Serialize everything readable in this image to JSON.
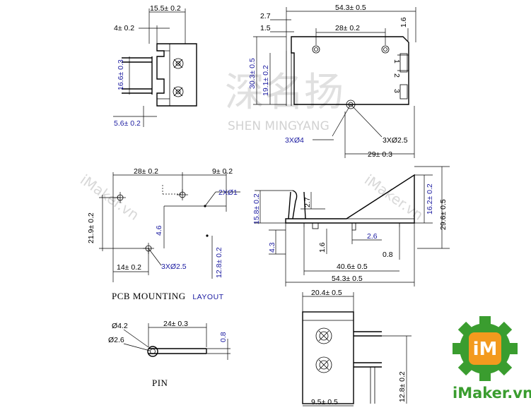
{
  "labels": {
    "top_left_width": "15.5± 0.2",
    "top_left_offset": "4± 0.2",
    "top_left_pitch": "16.6± 0.3",
    "top_left_bottom": "5.6± 0.2",
    "top_right_length": "54.3± 0.5",
    "top_right_2_7": "2.7",
    "top_right_1_5": "1.5",
    "top_right_holes": "28± 0.2",
    "top_right_1_6": "1.6",
    "top_right_height": "30.3± 0.5",
    "top_right_inner": "19.1± 0.2",
    "pin_1": "1",
    "pin_2": "2",
    "pin_3": "3",
    "big_hole": "3XØ4",
    "small_hole": "3XØ2.5",
    "top_right_29": "29± 0.3",
    "pcb_28": "28± 0.2",
    "pcb_9": "9± 0.2",
    "pcb_2x": "2XØ1",
    "pcb_21_9": "21.9± 0.2",
    "pcb_4_6": "4.6",
    "pcb_14": "14± 0.2",
    "pcb_3x": "3XØ2.5",
    "pcb_12_8": "12.8± 0.2",
    "pcb_title_a": "PCB MOUNTING",
    "pcb_title_b": "LAYOUT",
    "side_15_8": "15.8± 0.2",
    "side_2_7": "2.7",
    "side_4_3": "4.3",
    "side_1_6": "1.6",
    "side_2_6": "2.6",
    "side_0_8": "0.8",
    "side_40_6": "40.6± 0.5",
    "side_54_3": "54.3± 0.5",
    "side_16_2": "16.2± 0.2",
    "side_29_6": "29.6± 0.5",
    "pin_d42": "Ø4.2",
    "pin_d26": "Ø2.6",
    "pin_24": "24± 0.3",
    "pin_08": "0.8",
    "pin_title": "PIN",
    "front_20_4": "20.4± 0.5",
    "front_12_8": "12.8± 0.2",
    "front_9_5": "9.5± 0.5"
  },
  "watermark": {
    "cjk": "深名扬",
    "latin": "SHEN MINGYANG",
    "site1": "iMaker.vn",
    "site2": "iMaker.vn"
  },
  "logo": {
    "text": "iMaker.vn",
    "glyph": "iM",
    "color": "#3a9d2f",
    "accent": "#f39a1e"
  }
}
